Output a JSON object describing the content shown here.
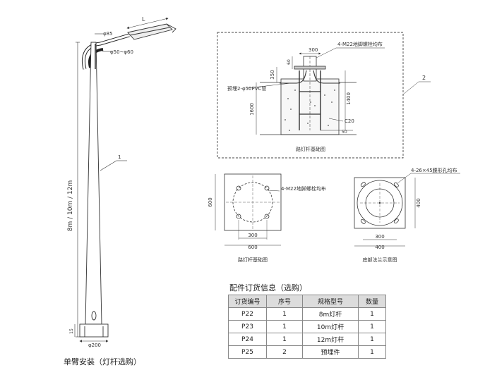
{
  "pole": {
    "lamp_length_label": "L",
    "arm_diameter_label": "φ85",
    "pipe_diameter_label": "φ50~φ60",
    "height_label": "8m / 10m / 12m",
    "callout_label": "1",
    "base_diameter_label": "φ200",
    "base_height_label": "15",
    "caption": "单臂安装（灯杆选购）"
  },
  "foundation_section": {
    "width_label": "300",
    "bolt_note": "4-M22地脚螺栓均布",
    "top_height_label": "60",
    "cap_height_label": "350",
    "pvc_note": "预埋2-φ50PVC管",
    "depth_label": "1600",
    "cage_height_label": "1400",
    "concrete_label": "C20",
    "bottom_offset_label": "50",
    "callout_label": "2",
    "caption": "路灯杆基础图"
  },
  "foundation_plan": {
    "bolt_note": "4-M22地脚螺栓均布",
    "side_label": "600",
    "inner_width_label": "300",
    "outer_width_label": "600",
    "caption": "路灯杆基础图"
  },
  "flange_plan": {
    "hole_note": "4-26×45腰形孔均布",
    "side_label": "400",
    "inner_width_label": "300",
    "outer_width_label": "400",
    "caption": "底部法兰示意图"
  },
  "order_table": {
    "title": "配件订货信息（选购）",
    "headers": [
      "订货编号",
      "序号",
      "规格型号",
      "数量"
    ],
    "rows": [
      [
        "P22",
        "1",
        "8m灯杆",
        "1"
      ],
      [
        "P23",
        "1",
        "10m灯杆",
        "1"
      ],
      [
        "P24",
        "1",
        "12m灯杆",
        "1"
      ],
      [
        "P25",
        "2",
        "预埋件",
        "1"
      ]
    ]
  }
}
